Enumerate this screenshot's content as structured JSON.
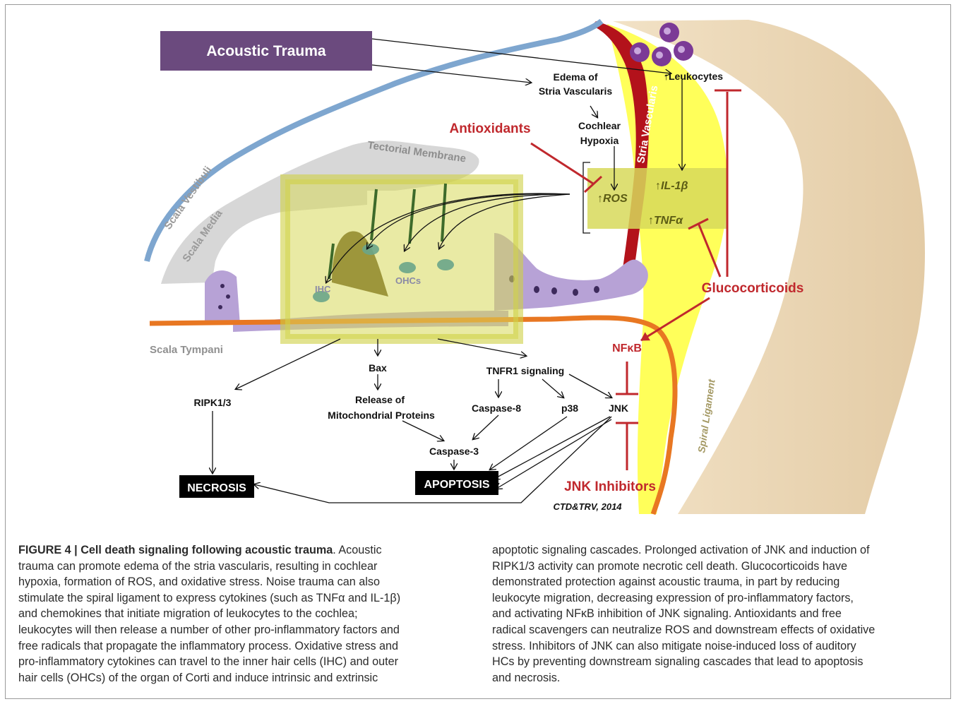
{
  "figure": {
    "banner": "Acoustic Trauma",
    "labels": {
      "scala_vestibuli": "Scala Vestibuli",
      "scala_media": "Scala Media",
      "scala_tympani": "Scala Tympani",
      "tectorial_membrane": "Tectorial Membrane",
      "stria_vascularis": "Stria Vascularis",
      "spiral_ligament": "Spiral Ligament",
      "ihc": "IHC",
      "ohcs": "OHCs"
    },
    "nodes": {
      "edema_1": "Edema of",
      "edema_2": "Stria Vascularis",
      "hypoxia_1": "Cochlear",
      "hypoxia_2": "Hypoxia",
      "leukocytes": "↑Leukocytes",
      "ros": "↑ROS",
      "il1b": "↑IL-1β",
      "tnfa": "↑TNFα",
      "bax": "Bax",
      "release_1": "Release of",
      "release_2": "Mitochondrial Proteins",
      "tnfr1": "TNFR1 signaling",
      "caspase8": "Caspase-8",
      "p38": "p38",
      "jnk": "JNK",
      "caspase3": "Caspase-3",
      "ripk": "RIPK1/3",
      "nfkb": "NFκB"
    },
    "outcomes": {
      "necrosis": "NECROSIS",
      "apoptosis": "APOPTOSIS"
    },
    "inhibitors": {
      "antioxidants": "Antioxidants",
      "glucocorticoids": "Glucocorticoids",
      "jnk_inhibitors": "JNK Inhibitors"
    },
    "credit": "CTD&TRV, 2014"
  },
  "caption": {
    "figure_label": "FIGURE 4 |",
    "title": "Cell death signaling following acoustic trauma",
    "left_lines": [
      ". Acoustic",
      "trauma can promote edema of the stria vascularis, resulting in cochlear",
      "hypoxia, formation of ROS, and oxidative stress. Noise trauma can also",
      "stimulate the spiral ligament to express cytokines (such as TNFα and IL-1β)",
      "and chemokines that initiate migration of leukocytes to the cochlea;",
      "leukocytes will then release a number of other pro-inflammatory factors and",
      "free radicals that propagate the inflammatory process. Oxidative stress and",
      "pro-inflammatory cytokines can travel to the inner hair cells (IHC) and outer",
      "hair cells (OHCs) of the organ of Corti and induce intrinsic and extrinsic"
    ],
    "right_lines": [
      "apoptotic signaling cascades. Prolonged activation of JNK and induction of",
      "RIPK1/3 activity can promote necrotic cell death. Glucocorticoids have",
      "demonstrated protection against acoustic trauma, in part by reducing",
      "leukocyte migration, decreasing expression of pro-inflammatory factors,",
      "and activating NFκB inhibition of JNK signaling. Antioxidants and free",
      "radical scavengers can neutralize ROS and downstream effects of oxidative",
      "stress. Inhibitors of JNK can also mitigate noise-induced loss of auditory",
      "HCs by preventing downstream signaling cascades that lead to apoptosis",
      "and necrosis."
    ]
  },
  "colors": {
    "banner": "#6b4a7e",
    "inhibitor_red": "#c0282d",
    "stria_red": "#b3121b",
    "ligament_tan": "#ecd8b8",
    "yellow": "#ffff5a",
    "orange_membrane": "#e87722",
    "blue_membrane": "#7ea6cf",
    "cell_purple": "#b7a2d6"
  }
}
